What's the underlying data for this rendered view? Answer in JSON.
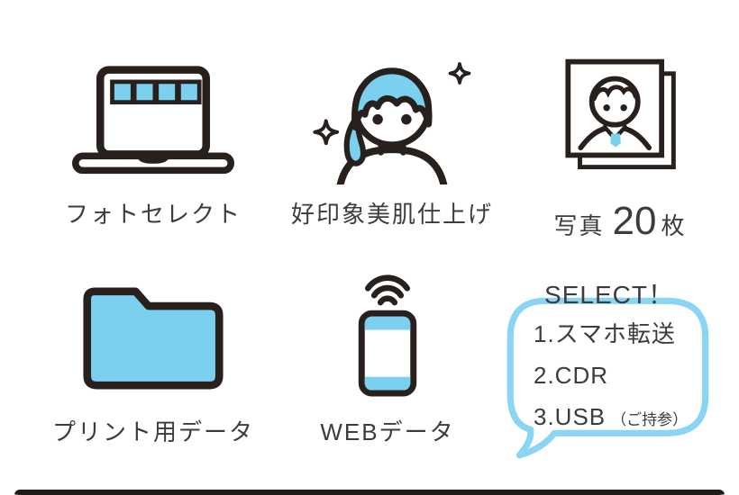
{
  "items": {
    "photo_select": {
      "label": "フォトセレクト"
    },
    "skin_finish": {
      "label": "好印象美肌仕上げ"
    },
    "photos": {
      "prefix": "写真",
      "count": "20",
      "suffix": "枚"
    },
    "print_data": {
      "label": "プリント用データ"
    },
    "web_data": {
      "label": "WEBデータ"
    },
    "select": {
      "title": "SELECT！",
      "option1": "1.スマホ転送",
      "option2": "2.CDR",
      "option3": "3.USB",
      "option3_note": "（ご持参）"
    }
  },
  "icons": {
    "laptop-icon": "laptop with photo thumbnails on screen",
    "face-sparkle-icon": "woman face with sparkles (beautiful skin retouch)",
    "photo-stack-icon": "stack of ID portrait photos",
    "folder-icon": "blue data folder",
    "smartphone-wifi-icon": "smartphone with wireless transfer waves",
    "speech-bubble-icon": "blue speech bubble"
  },
  "colors": {
    "accent_blue": "#7bd0f0",
    "bubble_border": "#8ad5f3",
    "line_dark": "#27201d",
    "text": "#3c3c3a",
    "bottom_bar": "#1f1b19"
  }
}
